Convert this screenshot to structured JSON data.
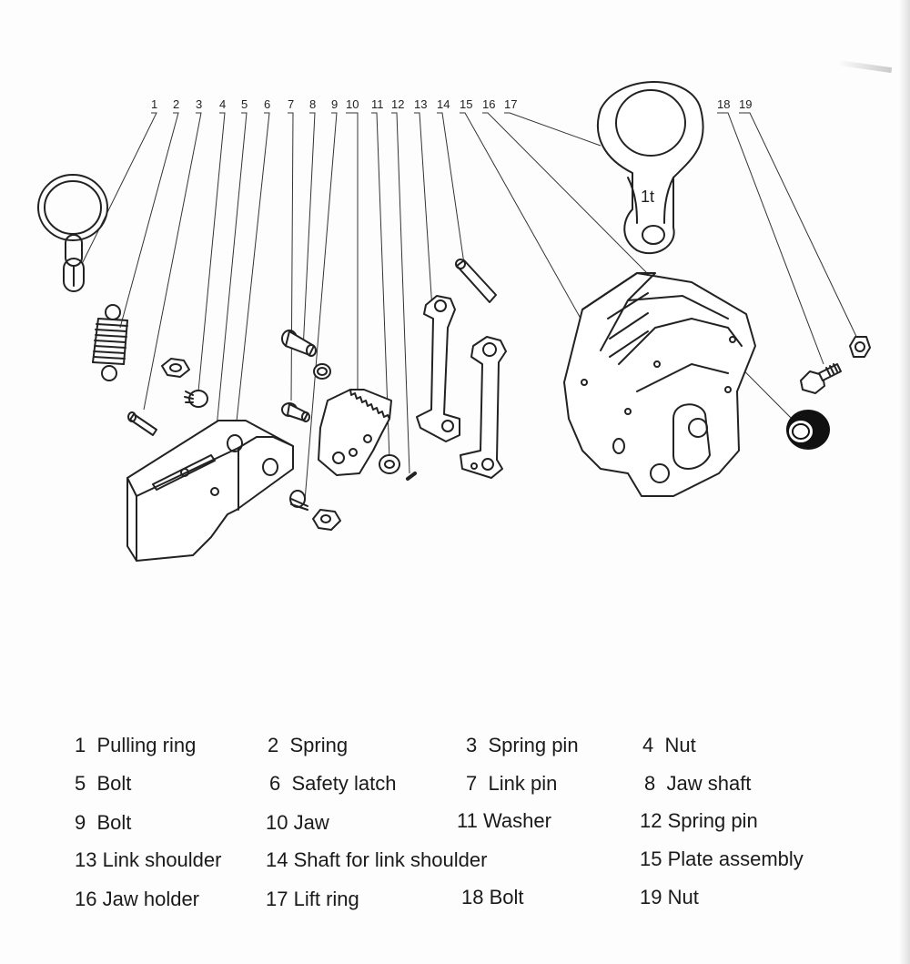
{
  "callouts": [
    "1",
    "2",
    "3",
    "4",
    "5",
    "6",
    "7",
    "8",
    "9",
    "10",
    "11",
    "12",
    "13",
    "14",
    "15",
    "16",
    "17",
    "18",
    "19"
  ],
  "stamp": "1t",
  "legend": [
    {
      "num": "1",
      "label": "Pulling ring"
    },
    {
      "num": "2",
      "label": "Spring"
    },
    {
      "num": "3",
      "label": "Spring pin"
    },
    {
      "num": "4",
      "label": "Nut"
    },
    {
      "num": "5",
      "label": "Bolt"
    },
    {
      "num": "6",
      "label": "Safety latch"
    },
    {
      "num": "7",
      "label": "Link pin"
    },
    {
      "num": "8",
      "label": "Jaw shaft"
    },
    {
      "num": "9",
      "label": "Bolt"
    },
    {
      "num": "10",
      "label": "Jaw"
    },
    {
      "num": "11",
      "label": "Washer"
    },
    {
      "num": "12",
      "label": "Spring pin"
    },
    {
      "num": "13",
      "label": "Link shoulder"
    },
    {
      "num": "14",
      "label": "Shaft for link shoulder"
    },
    {
      "num": "15",
      "label": "Plate assembly"
    },
    {
      "num": "16",
      "label": "Jaw holder"
    },
    {
      "num": "17",
      "label": "Lift ring"
    },
    {
      "num": "18",
      "label": "Bolt"
    },
    {
      "num": "19",
      "label": "Nut"
    }
  ]
}
